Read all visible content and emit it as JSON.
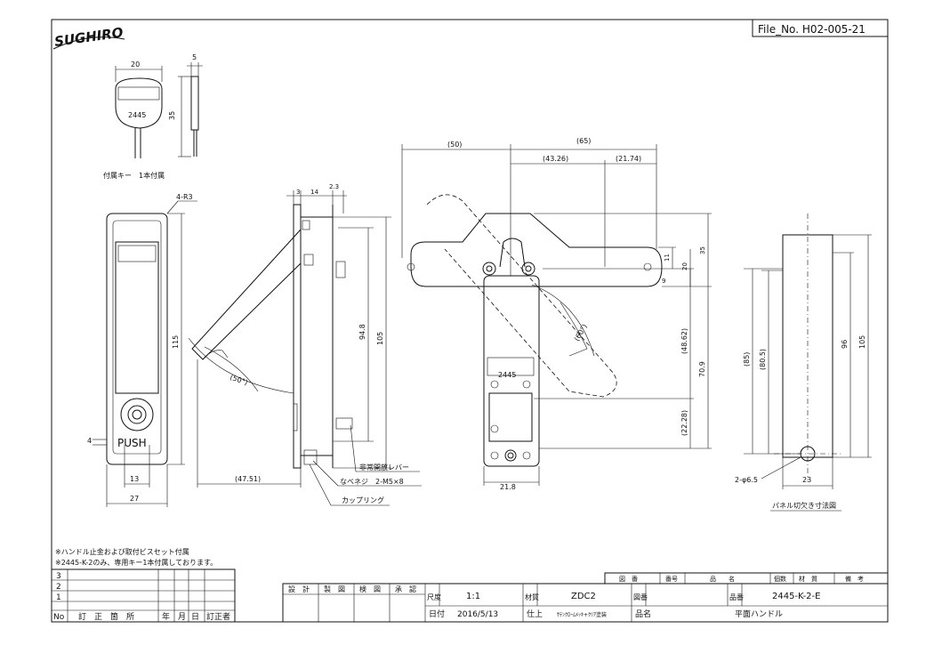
{
  "logo_text": "SUGHIRO",
  "file_no": "File_No.  H02-005-21",
  "key_view": {
    "dim_width": "20",
    "dim_thick": "5",
    "dim_height": "35",
    "key_number": "2445",
    "caption": "付属キー　1本付属"
  },
  "front_view": {
    "corner_radius": "4-R3",
    "dim_height": "115",
    "dim_4": "4",
    "push_label": "PUSH",
    "dim_13": "13",
    "dim_27": "27"
  },
  "side_view": {
    "dim_3": "3",
    "dim_14": "14",
    "dim_2_3": "2.3",
    "angle": "(50°)",
    "dim_94_8": "94.8",
    "dim_105": "105",
    "dim_47_51": "(47.51)",
    "callout_lever": "非常開放レバー",
    "callout_screw": "なべネジ　2-M5×8",
    "callout_ring": "カップリング"
  },
  "rear_view": {
    "dim_50": "(50)",
    "dim_65": "(65)",
    "dim_43_26": "(43.26)",
    "dim_21_74": "(21.74)",
    "dim_11": "11",
    "dim_20": "20",
    "dim_35": "35",
    "dim_9": "9",
    "angle": "(60°)",
    "dim_48_62": "(48.62)",
    "dim_70_9": "70.9",
    "dim_22_28": "(22.28)",
    "dim_21_8": "21.8",
    "key_number": "2445"
  },
  "panel_view": {
    "dim_85": "(85)",
    "dim_80_5": "(80.5)",
    "dim_96": "96",
    "dim_105": "105",
    "dim_hole": "2-φ6.5",
    "dim_23": "23",
    "caption": "パネル切欠き寸法図"
  },
  "notes": [
    "※ハンドル止金および取付ビスセット付属",
    "※2445-K-2のみ、専用キー1本付属しております。"
  ],
  "revision_table": {
    "rows": [
      "3",
      "2",
      "1"
    ],
    "headers": [
      "No",
      "訂　正　箇　所",
      "年",
      "月",
      "日",
      "訂正者"
    ]
  },
  "title_block": {
    "approvals": [
      "設　計",
      "製　図",
      "検　図",
      "承　認"
    ],
    "scale_label": "尺度",
    "scale_value": "1:1",
    "material_label": "材質",
    "material_value": "ZDC2",
    "drawing_no_label": "図番",
    "part_no_label": "品番",
    "part_no_value": "2445-K-2-E",
    "date_label": "日付",
    "date_value": "2016/5/13",
    "finish_label": "仕上",
    "finish_value": "ｻﾃﾝｸﾛｰﾑﾒｯｷ+ｸﾘｱ塗装",
    "name_label": "品名",
    "name_value": "平面ハンドル",
    "parts_headers": [
      "図　番",
      "番号",
      "品　　名",
      "個数",
      "材　質",
      "備　考"
    ]
  }
}
